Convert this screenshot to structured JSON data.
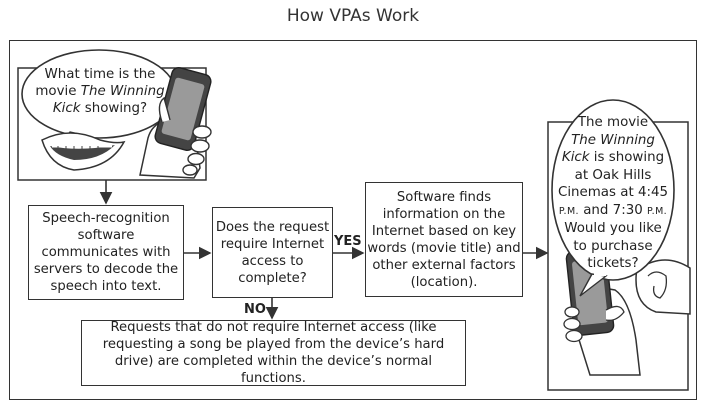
{
  "title": "How VPAs Work",
  "question": {
    "line1": "What time is the",
    "pre": "movie ",
    "italic": "The Winning",
    "italic2": "Kick",
    "post": " showing?"
  },
  "steps": {
    "speech": "Speech-recognition software communicates with servers to decode the speech into text.",
    "decision": "Does the request require Internet access to complete?",
    "software": "Software finds information on the Internet based on key words (movie title) and other external factors (location).",
    "offline": "Requests that do not require Internet access (like requesting a song be played from the device’s hard drive) are completed within the device’s normal functions."
  },
  "labels": {
    "yes": "YES",
    "no": "NO"
  },
  "answer": {
    "l1": "The movie",
    "italic1": "The Winning",
    "italic2": "Kick",
    "l3": " is showing",
    "l4": "at Oak Hills",
    "l5": "Cinemas at 4:45",
    "pm1": "P.M.",
    "l6mid": " and 7:30 ",
    "pm2": "P.M.",
    "l7": "Would you like",
    "l8": "to purchase",
    "l9": "tickets?"
  },
  "colors": {
    "line": "#333333",
    "skin": "#ffffff",
    "phone_screen": "#9a9a9a",
    "phone_body": "#444444"
  }
}
